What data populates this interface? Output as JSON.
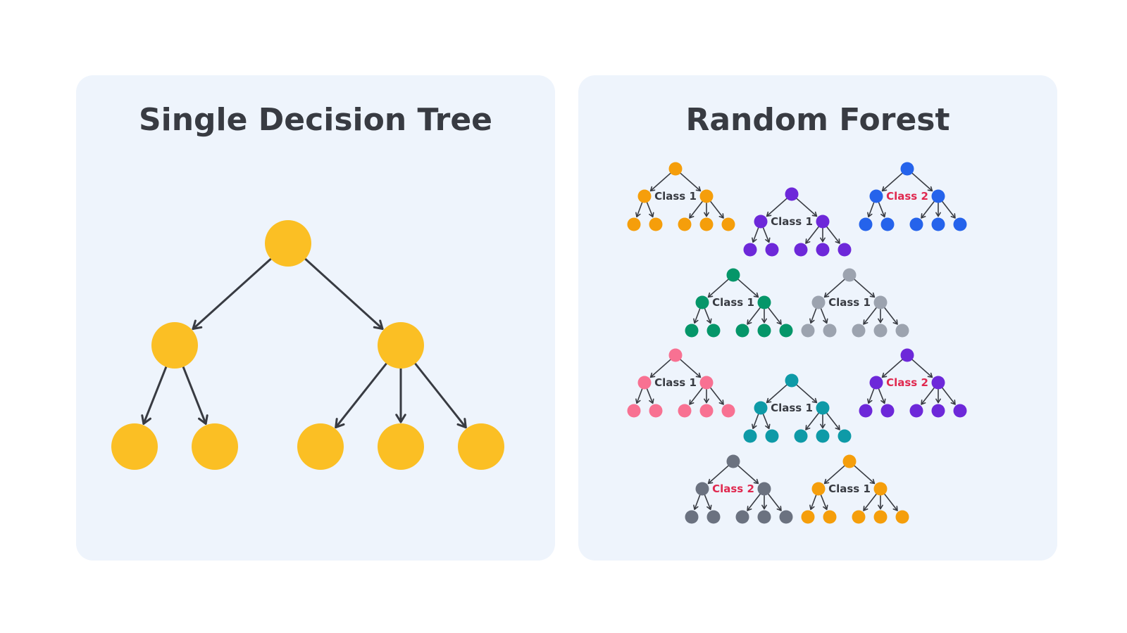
{
  "panels": {
    "left": {
      "title": "Single Decision Tree"
    },
    "right": {
      "title": "Random Forest"
    }
  },
  "colors": {
    "panel_background": "#eef4fc",
    "title_text": "#383b42",
    "edge": "#383b42",
    "label_default": "#383b42",
    "label_highlight": "#e0284f",
    "single_tree_node": "#fbbf24"
  },
  "single_tree": {
    "root_count": 1,
    "level2_count": 2,
    "leaf_counts": [
      2,
      3
    ]
  },
  "forest": {
    "trees": [
      {
        "label": "Class 1",
        "color": "#f59e0b",
        "highlight": false
      },
      {
        "label": "Class 1",
        "color": "#6d28d9",
        "highlight": false
      },
      {
        "label": "Class 2",
        "color": "#2563eb",
        "highlight": true
      },
      {
        "label": "Class 1",
        "color": "#059669",
        "highlight": false
      },
      {
        "label": "Class 1",
        "color": "#9ca3af",
        "highlight": false
      },
      {
        "label": "Class 1",
        "color": "#f87192",
        "highlight": false
      },
      {
        "label": "Class 1",
        "color": "#0e9aa7",
        "highlight": false
      },
      {
        "label": "Class 2",
        "color": "#6d28d9",
        "highlight": true
      },
      {
        "label": "Class 2",
        "color": "#6b7280",
        "highlight": true
      },
      {
        "label": "Class 1",
        "color": "#f59e0b",
        "highlight": false
      }
    ]
  }
}
